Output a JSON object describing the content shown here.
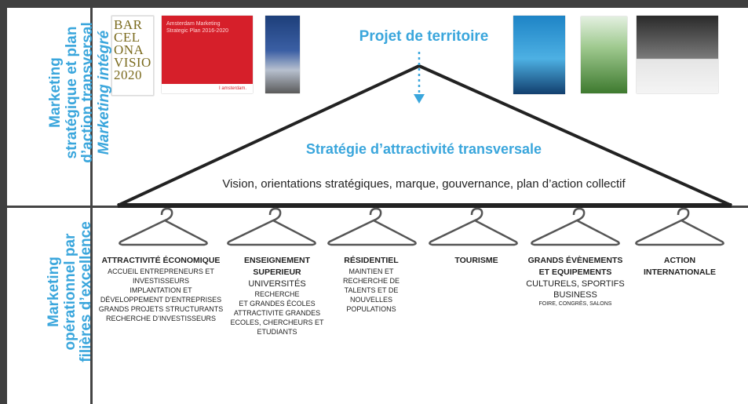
{
  "left_labels": {
    "top": [
      "Marketing",
      "stratégique et plan",
      "d’action transversal",
      "Marketing intégré"
    ],
    "bottom": [
      "Marketing",
      "opérationnel par",
      "filières d’excellence"
    ]
  },
  "covers": {
    "barcelona": [
      "BAR",
      "CEL",
      "ONA",
      "VISIO",
      "2020"
    ],
    "amsterdam": {
      "title": "Amsterdam Marketing",
      "subtitle": "Strategic Plan 2016-2020",
      "footer": "I amsterdam."
    }
  },
  "projet_title": "Projet de territoire",
  "strategy_title": "Stratégie d’attractivité transversale",
  "strategy_subtitle": "Vision, orientations stratégiques, marque, gouvernance, plan d’action collectif",
  "columns": [
    {
      "title": "ATTRACTIVITÉ ÉCONOMIQUE",
      "lines": [
        "ACCUEIL ENTREPRENEURS ET",
        "INVESTISSEURS",
        "IMPLANTATION ET",
        "DÉVELOPPEMENT D’ENTREPRISES",
        "GRANDS PROJETS STRUCTURANTS",
        "RECHERCHE D’INVESTISSEURS"
      ]
    },
    {
      "title": "ENSEIGNEMENT",
      "title2": "SUPERIEUR",
      "sub": "UNIVERSITÉS",
      "lines": [
        "RECHERCHE",
        "ET GRANDES ÉCOLES",
        "ATTRACTIVITE GRANDES",
        "ECOLES, CHERCHEURS ET",
        "ETUDIANTS"
      ]
    },
    {
      "title": "RÉSIDENTIEL",
      "lines": [
        "MAINTIEN ET",
        "RECHERCHE DE",
        "TALENTS ET DE",
        "NOUVELLES",
        "POPULATIONS"
      ]
    },
    {
      "title": "TOURISME",
      "lines": []
    },
    {
      "title": "GRANDS ÉVÈNEMENTS",
      "title2": "ET EQUIPEMENTS",
      "sub": "CULTURELS, SPORTIFS",
      "sub2": "BUSINESS",
      "tiny": "FOIRE, CONGRÈS, SALONS",
      "lines": []
    },
    {
      "title": "ACTION",
      "title2": "INTERNATIONALE",
      "lines": []
    }
  ],
  "colors": {
    "accent": "#3aa6dc",
    "border": "#3f3f3f",
    "text": "#222222"
  }
}
